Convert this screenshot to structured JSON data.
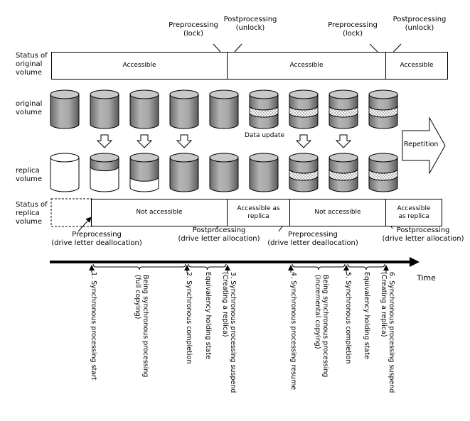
{
  "rows": {
    "status_original": "Status of\noriginal\nvolume",
    "original_volume": "original\nvolume",
    "replica_volume": "replica\nvolume",
    "status_replica": "Status of\nreplica\nvolume"
  },
  "top_annotations": [
    {
      "text": "Preprocessing\n(lock)"
    },
    {
      "text": "Postprocessing\n(unlock)"
    },
    {
      "text": "Preprocessing\n(lock)"
    },
    {
      "text": "Postprocessing\n(unlock)"
    }
  ],
  "original_status": [
    "Accessible",
    "Accessible",
    "Accessible"
  ],
  "replica_status": [
    "Not accessible",
    "Accessible as\nreplica",
    "Not accessible",
    "Accessible\nas replica"
  ],
  "data_update": "Data update",
  "repetition": "Repetition",
  "bottom_annotations": [
    {
      "text": "Preprocessing\n(drive letter deallocation)"
    },
    {
      "text": "Postprocessing\n(drive letter allocation)"
    },
    {
      "text": "Preprocessing\n(drive letter deallocation)"
    },
    {
      "text": "Postprocessing\n(drive letter allocation)"
    }
  ],
  "time_label": "Time",
  "timeline_events": [
    {
      "text": "1. Synchronous processing start"
    },
    {
      "text": "Being synchronous processing\n(full copying)"
    },
    {
      "text": "2. Synchronous completion"
    },
    {
      "text": "Equivalency holding state"
    },
    {
      "text": "3. Synchronous processing suspend\n(Creating a replica)"
    },
    {
      "text": "4. Synchronous processing resume"
    },
    {
      "text": "Being synchronous processing\n(incremental copying)"
    },
    {
      "text": "5. Synchronous completion"
    },
    {
      "text": "Equivalency holding state"
    },
    {
      "text": "6. Synchronous processing suspend\n(Creating a replica)"
    }
  ]
}
